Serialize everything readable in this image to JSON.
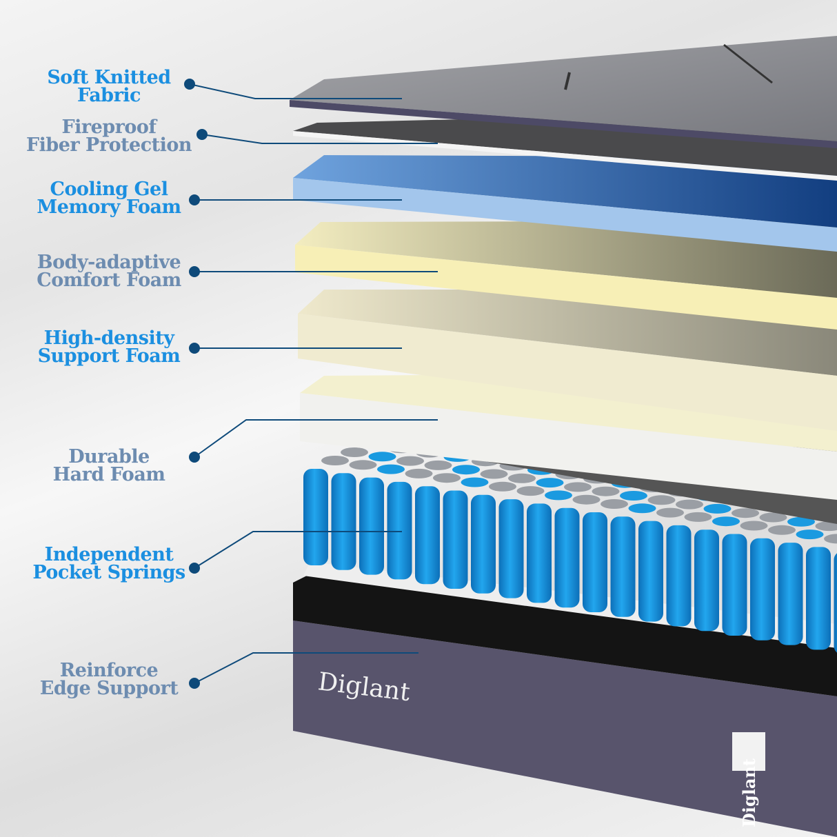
{
  "brand": {
    "logo_text": "Diglant",
    "side_logo_text": "Diglant"
  },
  "colors": {
    "label_primary": "#1b8fe0",
    "label_secondary": "#6d8cb0",
    "leader": "#0e4a7a",
    "fabric": "#8c8d92",
    "gel": "#8fb8e6",
    "comfort": "#f6eeb4",
    "support": "#f1ebc9",
    "hard": "#efeee0",
    "spring": "#1a9ae0",
    "base": "#5a566e"
  },
  "layers": [
    {
      "lines": [
        "Soft Knitted",
        "Fabric"
      ],
      "style": "primary"
    },
    {
      "lines": [
        "Fireproof",
        "Fiber Protection"
      ],
      "style": "secondary"
    },
    {
      "lines": [
        "Cooling Gel",
        "Memory Foam"
      ],
      "style": "primary"
    },
    {
      "lines": [
        "Body-adaptive",
        "Comfort Foam"
      ],
      "style": "secondary"
    },
    {
      "lines": [
        "High-density",
        "Support Foam"
      ],
      "style": "primary"
    },
    {
      "lines": [
        "Durable",
        "Hard Foam"
      ],
      "style": "secondary"
    },
    {
      "lines": [
        "Independent",
        "Pocket Springs"
      ],
      "style": "primary"
    },
    {
      "lines": [
        "Reinforce",
        "Edge Support"
      ],
      "style": "secondary"
    }
  ]
}
